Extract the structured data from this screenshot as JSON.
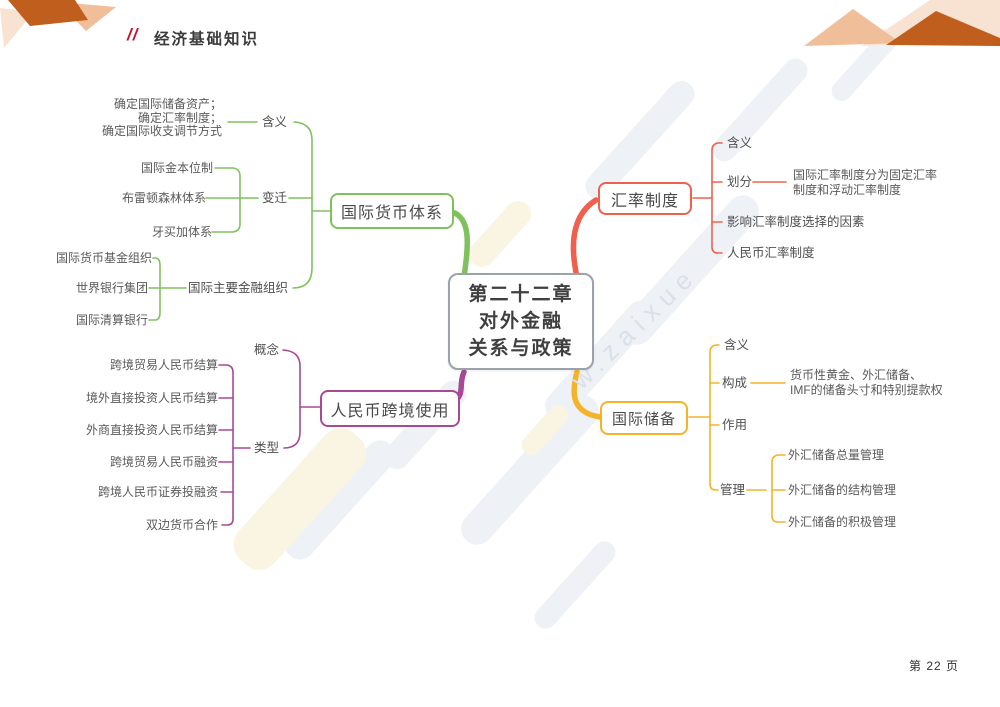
{
  "page": {
    "header": {
      "slashes": "//",
      "title": "经济基础知识"
    },
    "footer": {
      "page_label": "第 22 页"
    },
    "watermark_text": "w.zaixue"
  },
  "colors": {
    "branch_green": "#7fc25d",
    "branch_red": "#f0604d",
    "branch_purple": "#a74a96",
    "branch_yellow": "#f5b32a",
    "header_accent_red": "#c41230",
    "corner_orange_dark": "#c05e1e",
    "corner_orange_light": "#f0bf9a",
    "corner_orange_pale": "#f8e2d2",
    "center_box_border": "#9ba2ac",
    "watermark_gray": "#dbe0e8"
  },
  "mindmap": {
    "center": {
      "lines": [
        "第二十二章",
        "对外金融",
        "关系与政策"
      ]
    },
    "monetary_system": {
      "label": "国际货币体系",
      "meaning": {
        "label": "含义",
        "detail_lines": [
          "确定国际储备资产；",
          "确定汇率制度；",
          "确定国际收支调节方式"
        ]
      },
      "evolution": {
        "label": "变迁",
        "items": [
          "国际金本位制",
          "布雷顿森林体系",
          "牙买加体系"
        ]
      },
      "organizations": {
        "label": "国际主要金融组织",
        "items": [
          "国际货币基金组织",
          "世界银行集团",
          "国际清算银行"
        ]
      }
    },
    "exchange_rate": {
      "label": "汇率制度",
      "meaning_label": "含义",
      "division": {
        "label": "划分",
        "detail_lines": [
          "国际汇率制度分为固定汇率",
          "制度和浮动汇率制度"
        ]
      },
      "factors_label": "影响汇率制度选择的因素",
      "rmb_regime_label": "人民币汇率制度"
    },
    "rmb_crossborder": {
      "label": "人民币跨境使用",
      "concept_label": "概念",
      "types": {
        "label": "类型",
        "items": [
          "跨境贸易人民币结算",
          "境外直接投资人民币结算",
          "外商直接投资人民币结算",
          "跨境贸易人民币融资",
          "跨境人民币证券投融资",
          "双边货币合作"
        ]
      }
    },
    "reserves": {
      "label": "国际储备",
      "meaning_label": "含义",
      "composition": {
        "label": "构成",
        "detail_lines": [
          "货币性黄金、外汇储备、",
          "IMF的储备头寸和特别提款权"
        ]
      },
      "role_label": "作用",
      "management": {
        "label": "管理",
        "items": [
          "外汇储备总量管理",
          "外汇储备的结构管理",
          "外汇储备的积极管理"
        ]
      }
    }
  }
}
